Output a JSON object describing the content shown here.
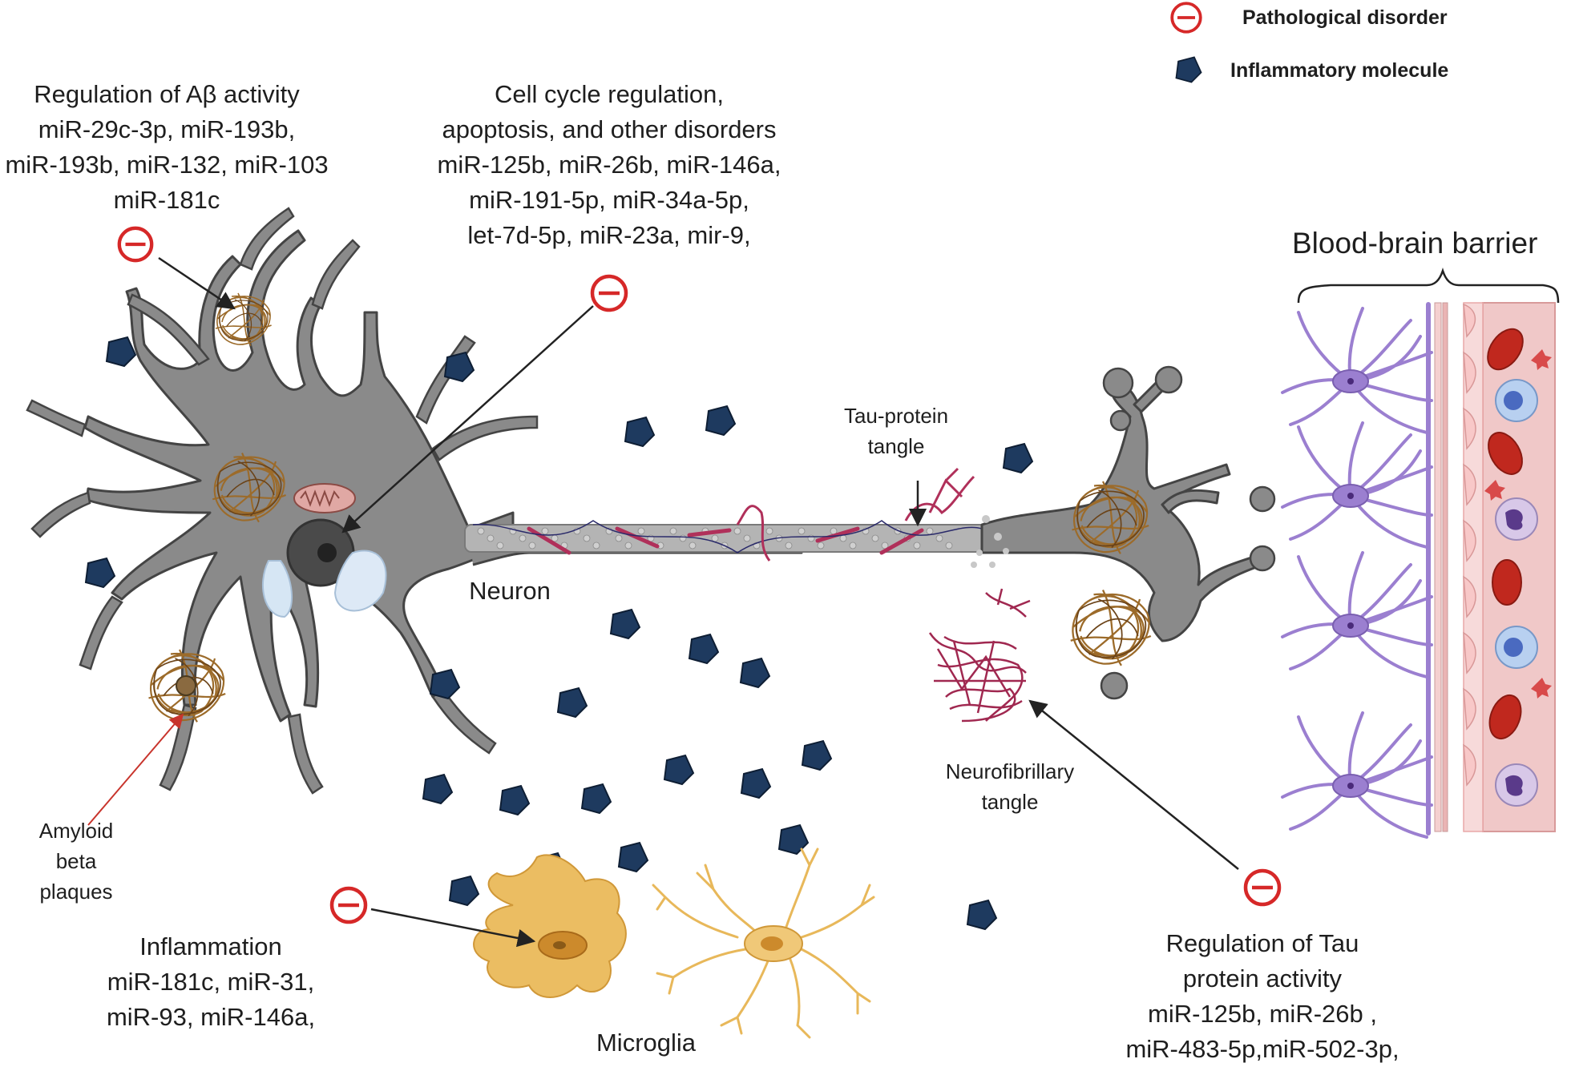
{
  "legend": {
    "pathological": "Pathological disorder",
    "inflammatory": "Inflammatory molecule"
  },
  "labels": {
    "abeta": [
      "Regulation of Aβ activity",
      "miR-29c-3p, miR-193b,",
      "miR-193b, miR-132, miR-103",
      "miR-181c"
    ],
    "cellcycle": [
      "Cell cycle regulation,",
      "apoptosis, and other disorders",
      "miR-125b, miR-26b, miR-146a,",
      "miR-191-5p, miR-34a-5p,",
      "let-7d-5p, miR-23a, mir-9,"
    ],
    "bbb": "Blood-brain barrier",
    "tau_tangle": [
      "Tau-protein",
      "tangle"
    ],
    "neuron": "Neuron",
    "amyloid": [
      "Amyloid",
      "beta",
      "plaques"
    ],
    "neurofibrillary": [
      "Neurofibrillary",
      "tangle"
    ],
    "inflammation": [
      "Inflammation",
      "miR-181c, miR-31,",
      "miR-93, miR-146a,"
    ],
    "microglia": "Microglia",
    "tau_reg": [
      "Regulation of Tau",
      "protein activity",
      "miR-125b, miR-26b ,",
      "miR-483-5p,miR-502-3p,"
    ]
  },
  "colors": {
    "inhibit": "#d62828",
    "molecule": "#1e3a5f",
    "neuron": "#8a8a8a",
    "plaque": "#9c6b2a",
    "tau": "#b0305a",
    "astro": "#9b7fd0",
    "microglia": "#e8b85a",
    "vessel": "#f2c4c4",
    "rbc": "#c0281e"
  },
  "icons": [
    "inhibit-symbol-icon",
    "inflammatory-molecule-icon"
  ]
}
